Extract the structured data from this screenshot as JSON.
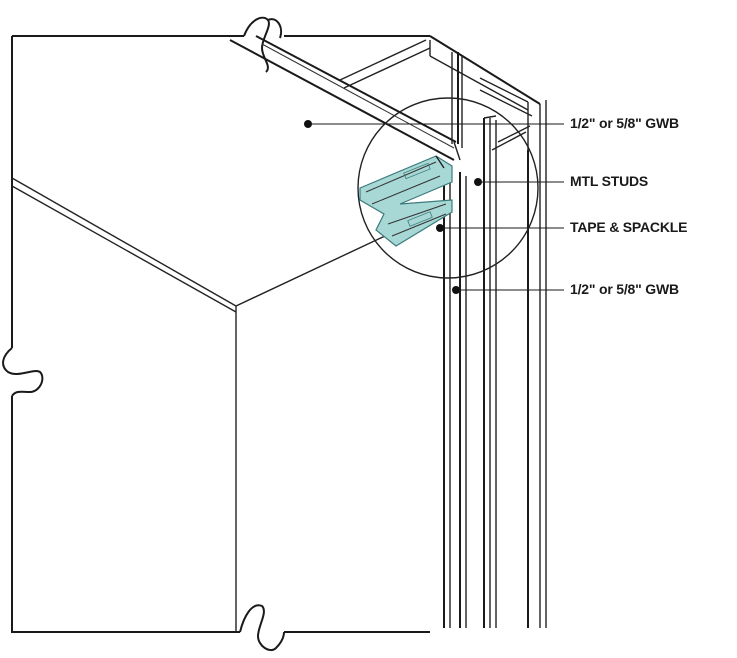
{
  "diagram": {
    "callouts": [
      {
        "id": "gwb-ceiling",
        "text": "1/2\" or 5/8\" GWB"
      },
      {
        "id": "mtl-studs",
        "text": "MTL STUDS"
      },
      {
        "id": "tape-spackle",
        "text": "TAPE & SPACKLE"
      },
      {
        "id": "gwb-wall",
        "text": "1/2\" or 5/8\" GWB"
      }
    ],
    "colors": {
      "line": "#1a1a1a",
      "tape_fill": "#a8d8d6",
      "tape_stroke": "#3b7b7b"
    }
  }
}
